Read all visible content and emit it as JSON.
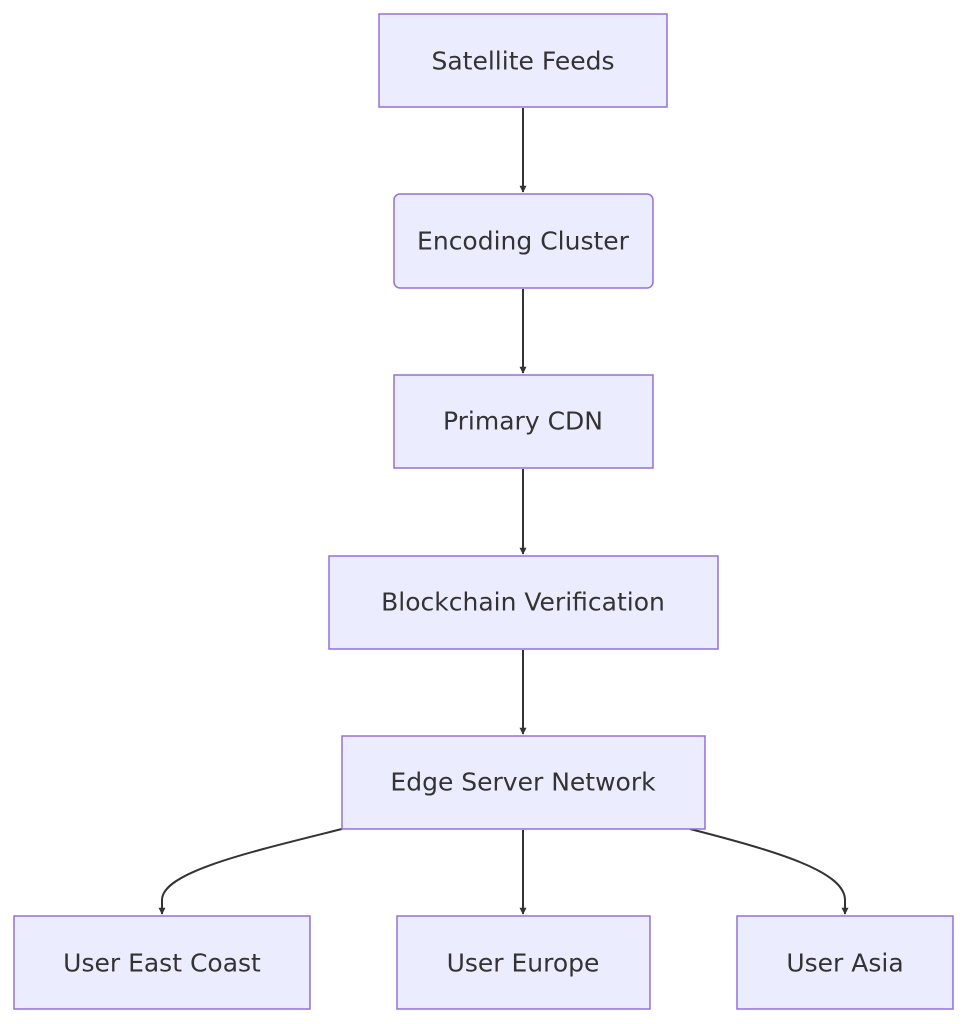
{
  "diagram": {
    "type": "flowchart",
    "colors": {
      "node_fill": "#ececff",
      "node_border": "#9370db",
      "edge": "#333333",
      "text": "#333333"
    },
    "nodes": {
      "satellite_feeds": "Satellite Feeds",
      "encoding_cluster": "Encoding Cluster",
      "primary_cdn": "Primary CDN",
      "blockchain_verification": "Blockchain Verification",
      "edge_server_network": "Edge Server Network",
      "user_east_coast": "User East Coast",
      "user_europe": "User Europe",
      "user_asia": "User Asia"
    },
    "edges": [
      {
        "from": "satellite_feeds",
        "to": "encoding_cluster"
      },
      {
        "from": "encoding_cluster",
        "to": "primary_cdn"
      },
      {
        "from": "primary_cdn",
        "to": "blockchain_verification"
      },
      {
        "from": "blockchain_verification",
        "to": "edge_server_network"
      },
      {
        "from": "edge_server_network",
        "to": "user_east_coast"
      },
      {
        "from": "edge_server_network",
        "to": "user_europe"
      },
      {
        "from": "edge_server_network",
        "to": "user_asia"
      }
    ]
  }
}
